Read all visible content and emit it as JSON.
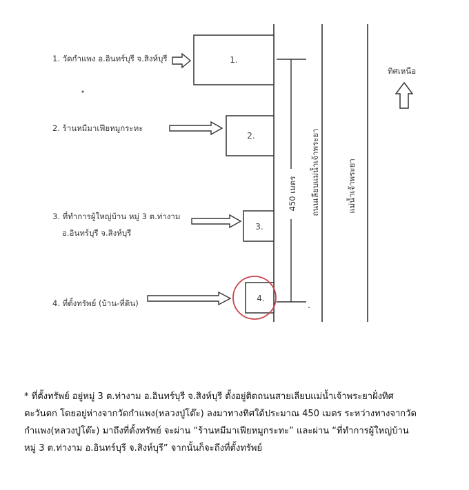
{
  "diagram": {
    "places": [
      {
        "label": "1. วัดกำแพง อ.อินทร์บุรี จ.สิงห์บุรี",
        "box": "1."
      },
      {
        "label": "2. ร้านหมีมาเฟียหมูกระทะ",
        "box": "2."
      },
      {
        "label_line1": "3. ที่ทำการผู้ใหญ่บ้าน หมู่ 3  ต.ท่างาม",
        "label_line2": "อ.อินทร์บุรี  จ.สิงห์บุรี",
        "box": "3."
      },
      {
        "label": "4. ที่ตั้งทรัพย์ (บ้าน-ที่ดิน)",
        "box": "4."
      }
    ],
    "distance_label": "450 เมตร",
    "road_label": "ถนนเลียบแม่น้ำเจ้าพระยา",
    "river_label": "แม่น้ำเจ้าพระยา",
    "north_label": "ทิศเหนือ",
    "highlight_color": "#c8434a"
  },
  "note": {
    "line1": "* ที่ตั้งทรัพย์  อยู่หมู่ 3  ต.ท่างาม  อ.อินทร์บุรี  จ.สิงห์บุรี  ตั้งอยู่ติดถนนสายเลียบแม่น้ำเจ้าพระยาฝั่งทิศ",
    "line2": "ตะวันตก โดยอยู่ห่างจากวัดกำแพง(หลวงปู่โต๊ะ) ลงมาทางทิศใต้ประมาณ 450 เมตร ระหว่างทางจากวัด",
    "line3": "กำแพง(หลวงปู่โต๊ะ) มาถึงที่ตั้งทรัพย์ จะผ่าน “ร้านหมีมาเฟียหมูกระทะ” และผ่าน “ที่ทำการผู้ใหญ่บ้าน",
    "line4": "หมู่ 3 ต.ท่างาม อ.อินทร์บุรี จ.สิงห์บุรี”  จากนั้นก็จะถึงที่ตั้งทรัพย์"
  }
}
